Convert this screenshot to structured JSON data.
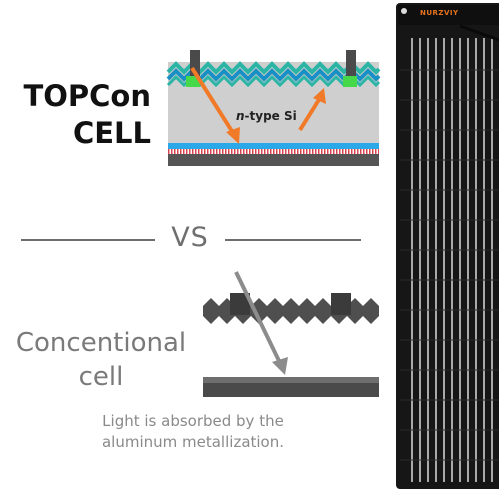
{
  "topcon": {
    "title_line1": "TOPCon",
    "title_line2": "CELL",
    "layer_label_italic": "n",
    "layer_label_rest": "-type Si"
  },
  "divider": {
    "vs_text": "VS"
  },
  "conventional": {
    "title_line1": "Concentional",
    "title_line2": "cell",
    "caption_line1": "Light is absorbed by the",
    "caption_line2": "aluminum metallization."
  },
  "panel": {
    "brand": "NURZVIY"
  },
  "colors": {
    "orange_arrow": "#f07a28",
    "blue_layer": "#2aa8e8",
    "green_contact": "#45d94a",
    "teal_zigzag": "#2bb5a6",
    "dark_layer": "#555555",
    "panel_black": "#161616"
  }
}
